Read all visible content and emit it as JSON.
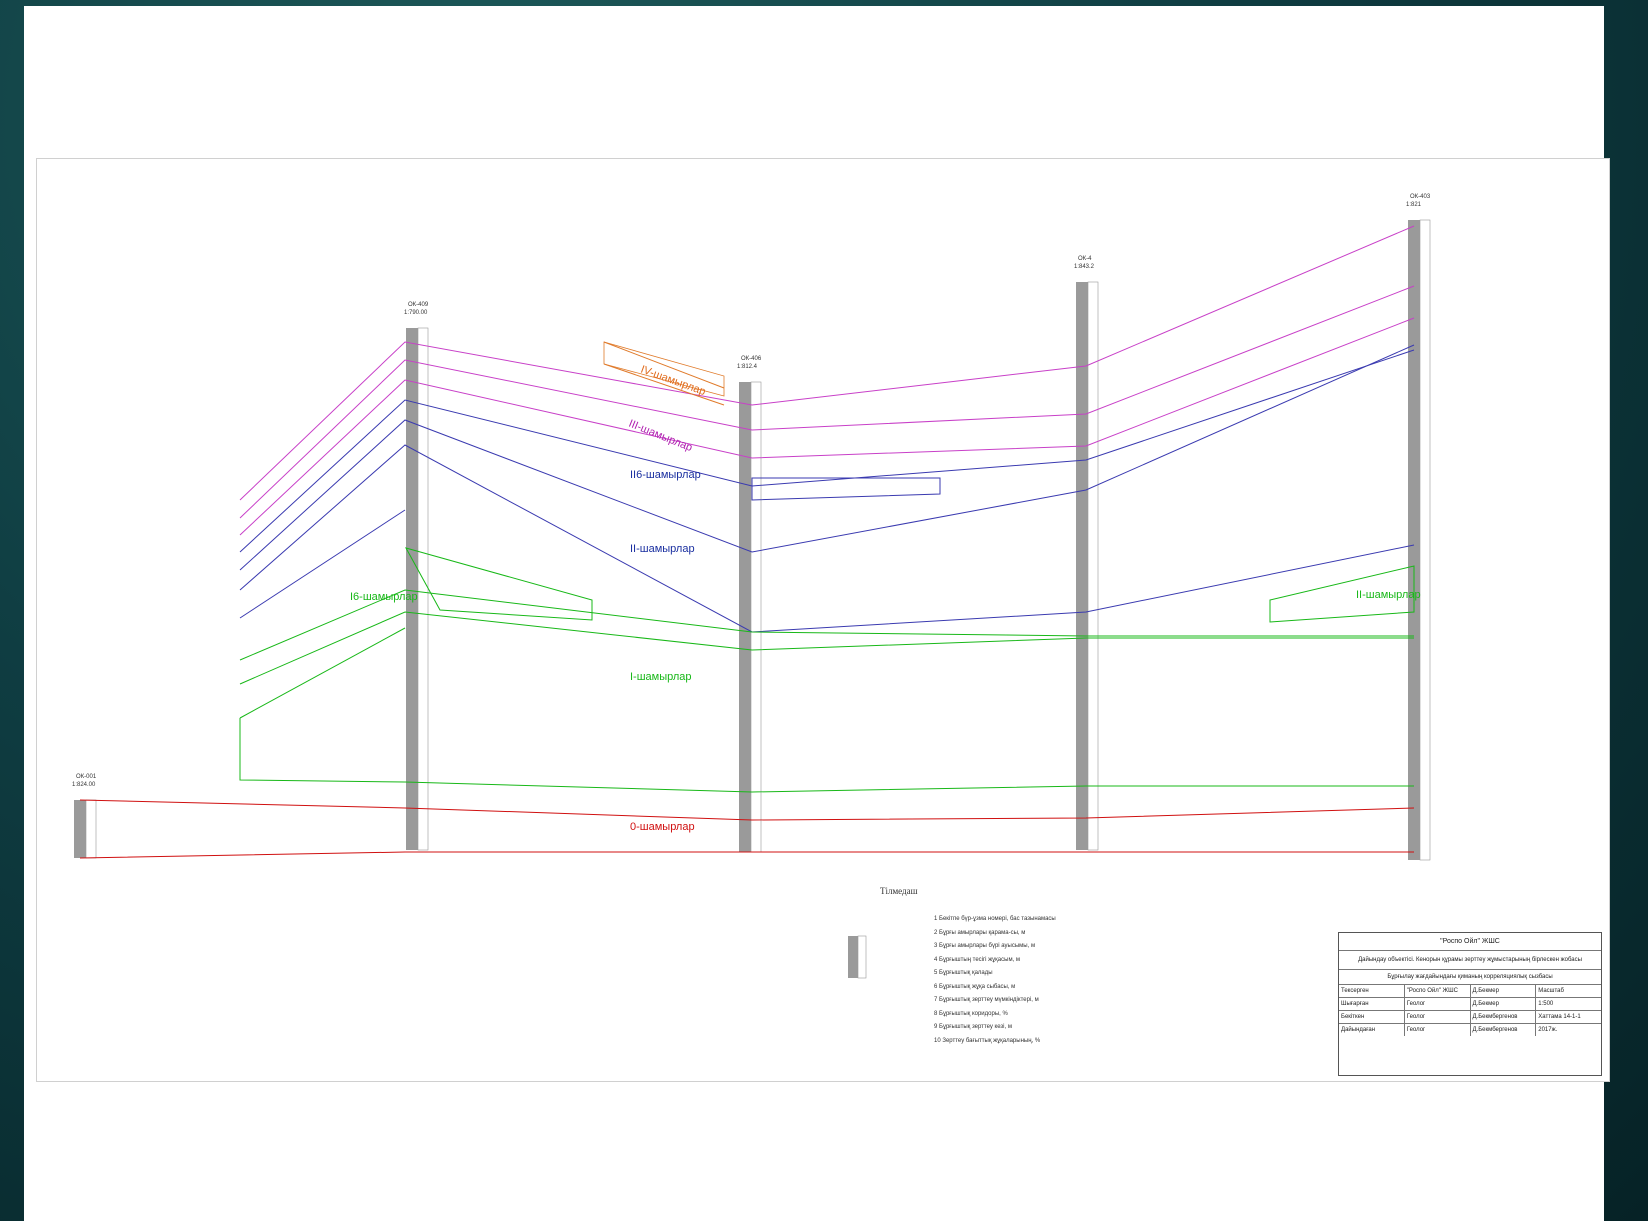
{
  "legend": {
    "title": "Тілмедаш",
    "items": [
      "1 Бекітпе бүр-ұзма номері, бас тазынамасы",
      "2 Бұрғы амырлары қарама-сы, м",
      "3 Бұрғы амырлары бүрі ауысымы, м",
      "4 Бұрғыштың тесігі жұқасым, м",
      "5 Бұрғыштық қалады",
      "6 Бұрғыштық жұқа сыбасы, м",
      "7 Бұрғыштық зерттеу мүмкіндіктері, м",
      "8 Бұрғыштық коридоры, %",
      "9 Бұрғыштық зерттеу кезі, м",
      "10 Зерттеу бағыттық жұқаларының, %"
    ]
  },
  "horizons": [
    {
      "label": "IV-шамырлар",
      "color": "#e06a1a"
    },
    {
      "label": "III-шамырлар",
      "color": "#b020b0"
    },
    {
      "label": "II6-шамырлар",
      "color": "#1a2fa0"
    },
    {
      "label": "II-шамырлар",
      "color": "#1a2fa0"
    },
    {
      "label": "I6-шамырлар",
      "color": "#18b818"
    },
    {
      "label": "I-шамырлар",
      "color": "#18b818"
    },
    {
      "label": "0-шамырлар",
      "color": "#d01010"
    },
    {
      "label": "II-шамырлар",
      "color": "#18b818"
    }
  ],
  "colors": {
    "pink": "#c840c8",
    "blue": "#3a3ab0",
    "green": "#18b818",
    "red": "#d01010",
    "orange": "#e07a2a",
    "well": "#9a9a9a"
  },
  "titleblock": {
    "company": "\"Роспо Ойл\" ЖШС",
    "project": "Дайындау объектісі. Кенорын құрамы зерттеу жұмыстарының бірлескен жобасы",
    "drawing": "Бұрғылау жағдайындағы қиманың корреляциялық сызбасы",
    "rows": [
      [
        "Тексерген",
        "\"Роспо Ойл\" ЖШС",
        "Д.Бекмер",
        "Масштаб"
      ],
      [
        "Шығарған",
        "Геолог",
        "Д.Бекмер",
        "1:500"
      ],
      [
        "Бекіткен",
        "Геолог",
        "Д.Бекмбергенов",
        "Хаттама 14-1-1"
      ],
      [
        "Дайындаған",
        "Геолог",
        "Д.Бекмбергенов",
        "2017ж."
      ]
    ]
  },
  "wells": [
    {
      "id": "ОК-001",
      "sub": "1:824.00"
    },
    {
      "id": "ОК-409",
      "sub": "1:790.00"
    },
    {
      "id": "ОК-406",
      "sub": "1:812.4"
    },
    {
      "id": "ОК-4",
      "sub": "1:843.2"
    },
    {
      "id": "ОК-403",
      "sub": "1:821"
    }
  ]
}
